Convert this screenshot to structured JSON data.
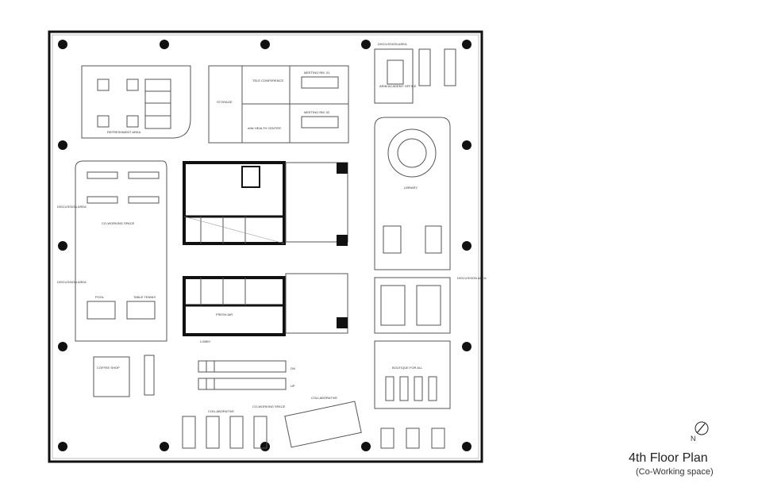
{
  "title": "4th Floor Plan",
  "subtitle": "(Co-Working space)",
  "north_label": "N",
  "rooms": {
    "refreshment": "REFRESHMENT AREA",
    "storage": "STORAGE",
    "tele_conference": "TELE CONFERENCE",
    "meeting_1": "MEETING RM. 01",
    "meeting_2": "MEETING RM. 02",
    "health_center": "eMe HEALTH CENTER",
    "academy": "ARIM ACADEMY OFFICE",
    "coworking_1": "CO-WORKING SPACE",
    "coworking_2": "CO-WORKING SPACE",
    "pool": "POOL",
    "table_tennis": "TABLE TENNIS",
    "coffee_shop": "COFFEE SHOP",
    "library": "LIBRARY",
    "boutique": "BOUTIQUE FOR ALL",
    "discussion_1": "DISCUSSION AREA",
    "discussion_2": "DISCUSSION AREA",
    "discussion_3": "DISCUSSION AREA",
    "discussion_4": "DISCUSSION AREA",
    "collaborative_1": "COLLABORATIVE",
    "collaborative_2": "COLLABORATIVE",
    "lobby": "LOBBY",
    "fresh_air": "FRESH AIR",
    "up": "UP",
    "dn": "DN"
  }
}
